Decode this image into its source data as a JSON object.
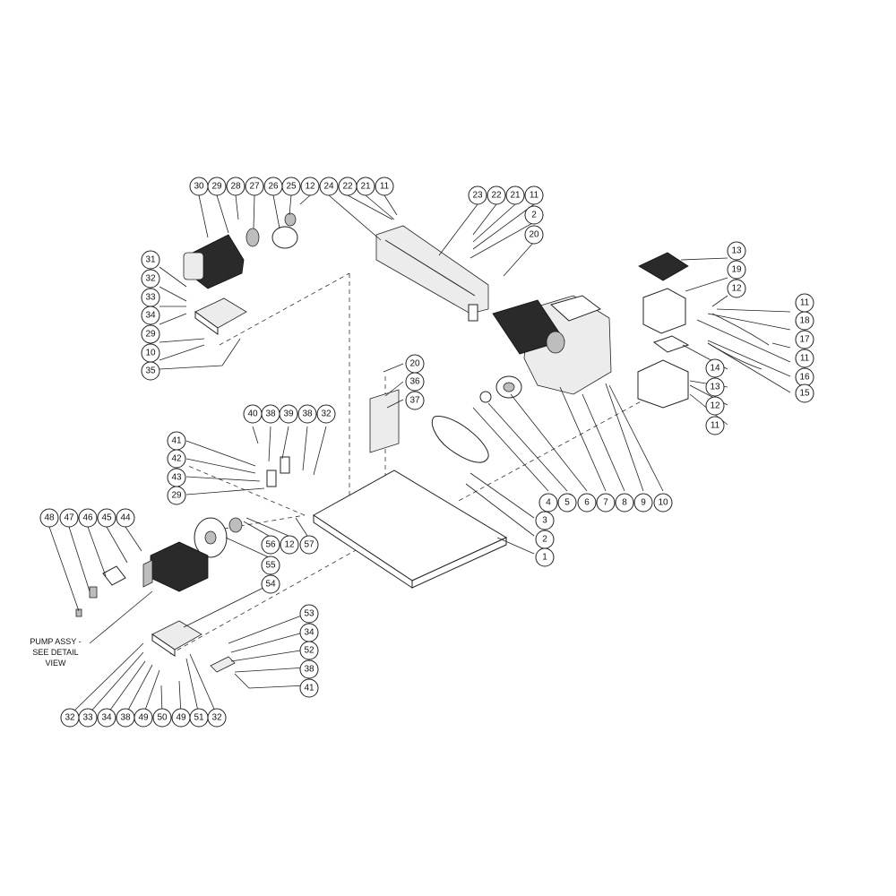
{
  "note": {
    "lines": [
      "PUMP ASSY -",
      "SEE DETAIL",
      "VIEW"
    ]
  },
  "callouts": [
    "30",
    "29",
    "28",
    "27",
    "26",
    "25",
    "12",
    "24",
    "22",
    "21",
    "11",
    "23",
    "22",
    "21",
    "11",
    "2",
    "20",
    "31",
    "32",
    "33",
    "34",
    "29",
    "10",
    "35",
    "13",
    "19",
    "12",
    "11",
    "18",
    "17",
    "14",
    "11",
    "16",
    "13",
    "15",
    "12",
    "11",
    "20",
    "36",
    "37",
    "40",
    "38",
    "39",
    "38",
    "32",
    "41",
    "42",
    "43",
    "29",
    "4",
    "5",
    "6",
    "7",
    "8",
    "9",
    "10",
    "3",
    "2",
    "1",
    "48",
    "47",
    "46",
    "45",
    "44",
    "56",
    "12",
    "57",
    "55",
    "54",
    "53",
    "34",
    "52",
    "38",
    "41",
    "32",
    "33",
    "34",
    "38",
    "49",
    "50",
    "49",
    "51",
    "32"
  ]
}
